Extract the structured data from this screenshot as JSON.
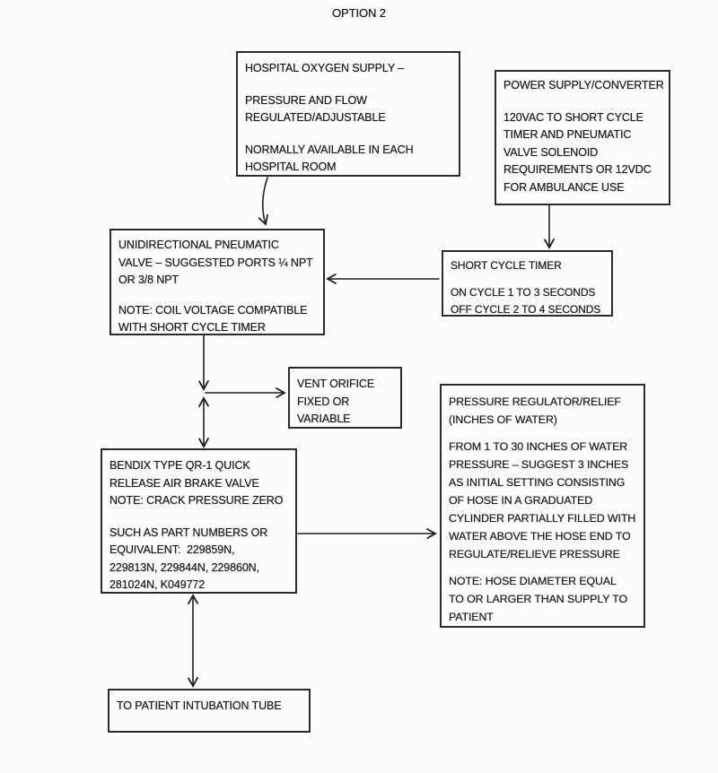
{
  "title": "OPTION 2",
  "colors": {
    "paper": "#fcfcfa",
    "ink": "#1c1c1c",
    "line": "#1f1f1f"
  },
  "boxes": {
    "hospital_oxygen_supply": {
      "p1": "HOSPITAL OXYGEN SUPPLY –",
      "p2": "PRESSURE AND FLOW\nREGULATED/ADJUSTABLE",
      "p3": "NORMALLY AVAILABLE IN EACH\nHOSPITAL ROOM"
    },
    "power_supply_converter": {
      "p1": "POWER SUPPLY/CONVERTER",
      "p2": "120VAC TO SHORT CYCLE\nTIMER AND PNEUMATIC\nVALVE SOLENOID\nREQUIREMENTS OR 12VDC\nFOR AMBULANCE USE"
    },
    "unidirectional_pneumatic_valve": {
      "p1": "UNIDIRECTIONAL PNEUMATIC\nVALVE – SUGGESTED PORTS ¼ NPT\nOR 3/8 NPT",
      "p2": "NOTE: COIL VOLTAGE COMPATIBLE\nWITH SHORT CYCLE TIMER"
    },
    "short_cycle_timer": {
      "p1": "SHORT CYCLE TIMER",
      "p2": "ON CYCLE 1 TO 3 SECONDS\nOFF CYCLE 2 TO 4 SECONDS"
    },
    "vent_orifice": {
      "p1": "VENT ORIFICE\nFIXED OR\nVARIABLE"
    },
    "bendix_quick_release_valve": {
      "p1": "BENDIX TYPE QR-1 QUICK\nRELEASE AIR BRAKE VALVE\nNOTE: CRACK PRESSURE ZERO",
      "p2": "SUCH AS PART NUMBERS OR\nEQUIVALENT:  229859N,\n229813N, 229844N, 229860N,\n281024N, K049772"
    },
    "pressure_regulator_relief": {
      "p1": "PRESSURE REGULATOR/RELIEF\n(INCHES OF WATER)",
      "p2": "FROM 1 TO 30 INCHES OF WATER\nPRESSURE – SUGGEST 3 INCHES\nAS INITIAL SETTING CONSISTING\nOF HOSE IN A GRADUATED\nCYLINDER PARTIALLY FILLED WITH\nWATER ABOVE THE HOSE END TO\nREGULATE/RELIEVE PRESSURE",
      "p3": "NOTE: HOSE DIAMETER EQUAL\nTO OR LARGER THAN SUPPLY TO\nPATIENT"
    },
    "to_patient_intubation_tube": {
      "p1": "TO PATIENT INTUBATION TUBE"
    }
  },
  "arrows": [
    {
      "from": "hospital_oxygen_supply",
      "to": "unidirectional_pneumatic_valve",
      "direction": "down"
    },
    {
      "from": "power_supply_converter",
      "to": "short_cycle_timer",
      "direction": "down"
    },
    {
      "from": "short_cycle_timer",
      "to": "unidirectional_pneumatic_valve",
      "direction": "left"
    },
    {
      "from": "unidirectional_pneumatic_valve",
      "to": "vent_orifice",
      "direction": "right"
    },
    {
      "from": "unidirectional_pneumatic_valve",
      "to": "bendix_quick_release_valve",
      "direction": "both"
    },
    {
      "from": "bendix_quick_release_valve",
      "to": "pressure_regulator_relief",
      "direction": "right"
    },
    {
      "from": "bendix_quick_release_valve",
      "to": "to_patient_intubation_tube",
      "direction": "both"
    }
  ]
}
